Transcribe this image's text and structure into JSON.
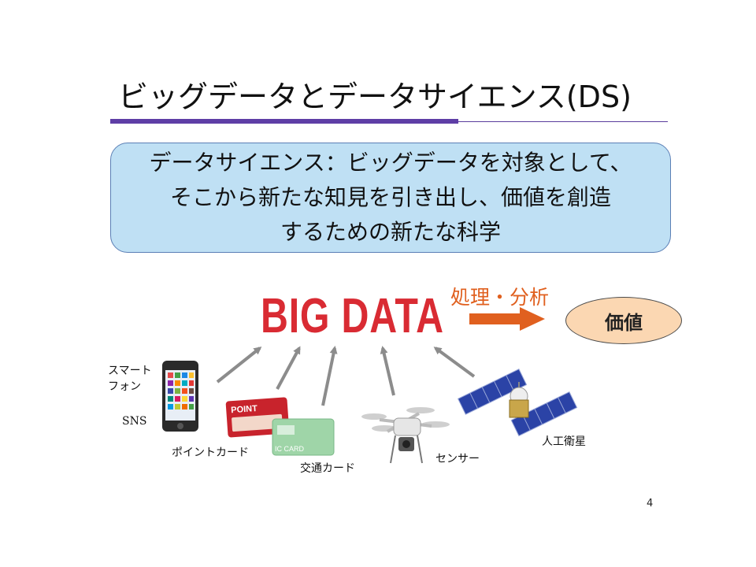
{
  "slide": {
    "title": "ビッグデータとデータサイエンス(DS)",
    "definition_lines": [
      "データサイエンス：ビッグデータを対象として、",
      "そこから新たな知見を引き出し、価値を創造",
      "するための新たな科学"
    ],
    "big_data": "BIG DATA",
    "process_label": "処理・分析",
    "value_label": "価値",
    "sources": {
      "smartphone_line1": "スマート",
      "smartphone_line2": "フォン",
      "sns": "SNS",
      "point_card": "ポイントカード",
      "transit_card": "交通カード",
      "sensor": "センサー",
      "satellite": "人工衛星"
    },
    "card_texts": {
      "point": "POINT",
      "ic_card": "IC CARD"
    },
    "page_number": "4"
  },
  "colors": {
    "accent_purple": "#5e3ea6",
    "big_data_red": "#d92b33",
    "process_orange": "#e0601f",
    "box_blue": "#bfe0f4",
    "value_peach": "#fbd7b2"
  }
}
